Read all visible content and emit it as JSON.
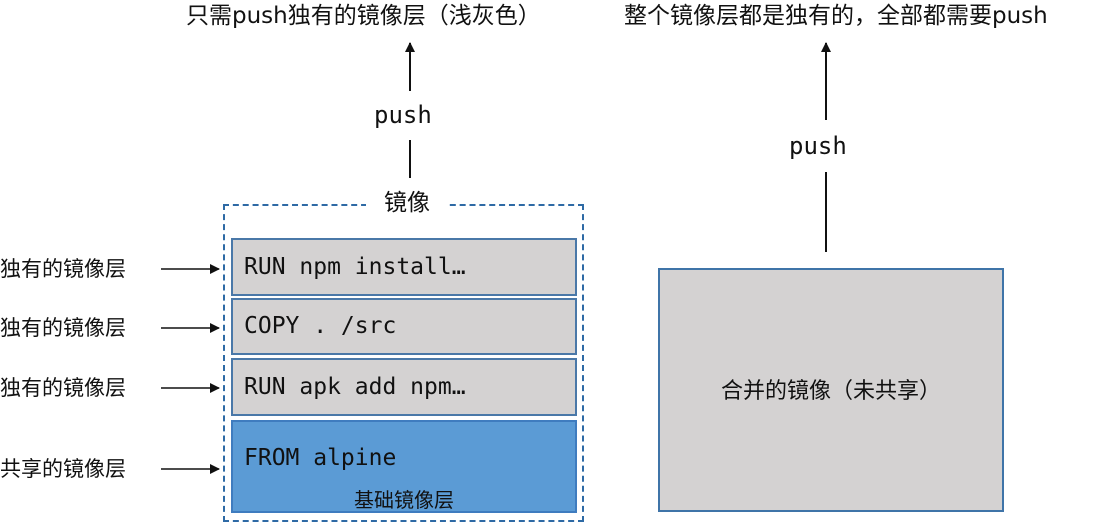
{
  "left": {
    "top_caption": "只需push独有的镜像层（浅灰色）",
    "push_label": "push",
    "frame_title": "镜像",
    "layers": [
      {
        "command": "RUN npm install…",
        "side_label": "独有的镜像层"
      },
      {
        "command": "COPY . /src",
        "side_label": "独有的镜像层"
      },
      {
        "command": "RUN apk add npm…",
        "side_label": "独有的镜像层"
      },
      {
        "command": "FROM alpine",
        "side_label": "共享的镜像层",
        "sublabel": "基础镜像层"
      }
    ]
  },
  "right": {
    "top_caption": "整个镜像层都是独有的，全部都需要push",
    "push_label": "push",
    "merged_label": "合并的镜像（未共享）"
  },
  "colors": {
    "unique_layer": "#d4d2d2",
    "shared_layer": "#5b9bd5",
    "border": "#2e6aa5"
  }
}
